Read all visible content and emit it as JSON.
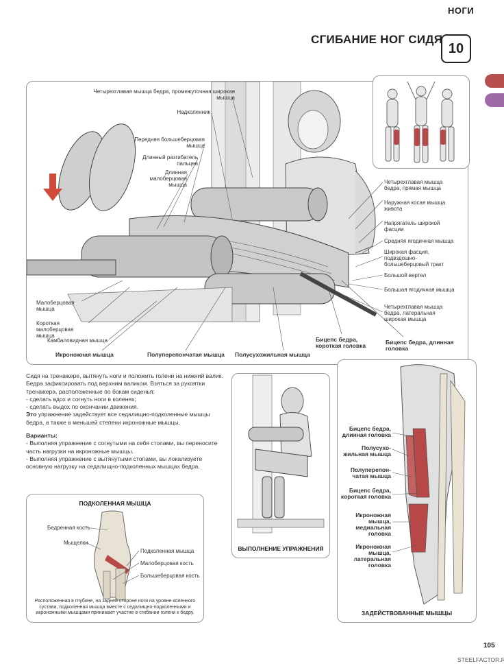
{
  "header": {
    "section": "НОГИ",
    "title": "СГИБАНИЕ НОГ СИДЯ",
    "number": "10"
  },
  "colors": {
    "tab_red": "#b5504f",
    "tab_purple": "#a06aa8",
    "muscle_red": "#b84848"
  },
  "main_labels": {
    "quad_vastus_intermedius": "Четырехглавая мышца бедра, промежуточная широкая мышца",
    "patella": "Надколенник",
    "tibialis_anterior": "Передняя большеберцовая мышца",
    "ext_digitorum_longus": "Длинный разгибатель пальцев",
    "peroneus_longus_top": "Длинная малоберцовая мышца",
    "peroneus_longus": "Малоберцовая мышца",
    "peroneus_brevis": "Короткая малоберцовая мышца",
    "soleus": "Камбаловидная мышца",
    "gastrocnemius": "Икроножная мышца",
    "semimembranosus": "Полуперепончатая мышца",
    "semitendinosus": "Полусухожильная мышца",
    "biceps_short": "Бицепс бедра, короткая головка",
    "biceps_long": "Бицепс бедра, длинная головка",
    "quad_rectus": "Четырехглавая мышца бедра, прямая мышца",
    "ext_oblique": "Наружная косая мышца живота",
    "tfl": "Напрягатель широкой фасции",
    "glute_med": "Средняя ягодичная мышца",
    "it_band": "Широкая фасция, подвздошно-большеберцовый тракт",
    "trochanter": "Большой вертел",
    "glute_max": "Большая ягодичная мышца",
    "quad_lateral": "Четырехглавая мышца бедра, латеральная широкая мышца"
  },
  "body": {
    "p1": "Сидя на тренажере, вытянуть ноги и положить голени на нижний валик. Бедра зафиксировать под верхним валиком. Взяться за рукоятки тренажера, расположенные по бокам сиденья:",
    "s1": "- сделать вдох и согнуть ноги в коленях;",
    "s2": "- сделать выдох по окончании движения.",
    "p2_bold": "Это",
    "p2": " упражнение задействует все седалищно-подколенные мышцы бедра, а также в меньшей степени икроножные мышцы.",
    "variants_title": "Варианты:",
    "v1": "- Выполняя упражнение с согнутыми на себя стопами, вы переносите часть нагрузки на икроножные мышцы.",
    "v2": "- Выполняя упражнение с вытянутыми стопами, вы локализуете основную нагрузку на седалищно-подколенных мышцах бедра."
  },
  "popliteus": {
    "title": "ПОДКОЛЕННАЯ МЫШЦА",
    "femur": "Бедренная кость",
    "condyles": "Мыщелки",
    "popliteus": "Подколенная мышца",
    "fibula": "Малоберцовая кость",
    "tibia": "Большеберцовая кость",
    "caption": "Расположенная в глубине, на задней стороне ноги на уровне коленного сустава, подколенная мышца вместе с седалищно-подколенными и икроножными мышцами принимает участие в сгибании голени к бедру."
  },
  "perform": {
    "caption": "ВЫПОЛНЕНИЕ УПРАЖНЕНИЯ"
  },
  "muscles": {
    "caption": "ЗАДЕЙСТВОВАННЫЕ МЫШЦЫ",
    "biceps_long": "Бицепс бедра, длинная головка",
    "semitendinosus": "Полусухо-жильная мышца",
    "semimembranosus": "Полуперепон-чатая мышца",
    "biceps_short": "Бицепс бедра, короткая головка",
    "gastro_med": "Икроножная мышца, медиальная головка",
    "gastro_lat": "Икроножная мышца, латеральная головка"
  },
  "footer": {
    "page": "105",
    "site": "STEELFACTOR.RU"
  }
}
